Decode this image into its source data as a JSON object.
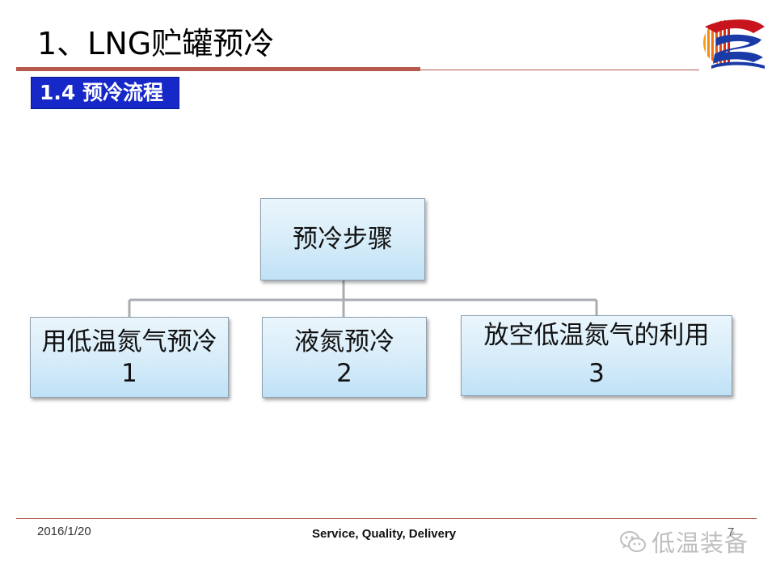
{
  "slide": {
    "title": "1、LNG贮罐预冷",
    "section_tag": "1.4 预冷流程"
  },
  "diagram": {
    "root": {
      "label": "预冷步骤"
    },
    "children": [
      {
        "label": "用低温氮气预冷",
        "number": "1"
      },
      {
        "label": "液氮预冷",
        "number": "2"
      },
      {
        "label": "放空低温氮气的利用",
        "number": "3"
      }
    ]
  },
  "footer": {
    "date": "2016/1/20",
    "tagline": "Service, Quality, Delivery",
    "page_number": "7",
    "watermark_text": "低温装备"
  },
  "colors": {
    "rule": "#b65a4d",
    "section_tag_bg": "#1628c8",
    "box_fill_top": "#eaf5fc",
    "box_fill_bottom": "#bfe1f6",
    "connector": "#a9adb2"
  },
  "icons": {
    "logo": "company-logo-icon",
    "watermark": "wechat-icon"
  }
}
